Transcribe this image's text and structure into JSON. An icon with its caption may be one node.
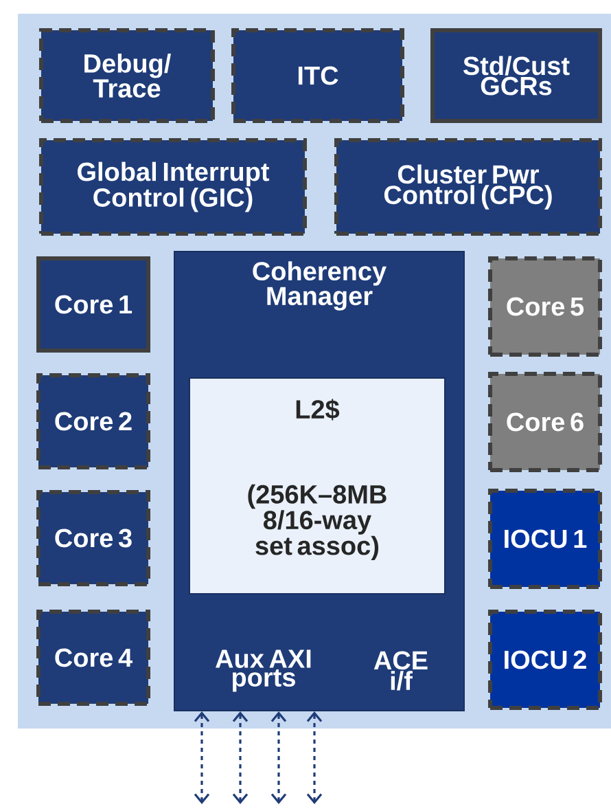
{
  "diagram": {
    "nodes": [
      {
        "text": [
          "Debug/ Trace"
        ]
      },
      {
        "text": [
          "ITC"
        ]
      },
      {
        "text": [
          "Std/Cust GCRs"
        ]
      },
      {
        "text": [
          "Global Interrupt Control (GIC)"
        ]
      },
      {
        "text": [
          "Cluster Pwr Control (CPC)"
        ]
      },
      {
        "text": [
          "Core 1"
        ]
      },
      {
        "text": [
          "Coherency Manager",
          "Aux AXI ports",
          "ACE i/f"
        ]
      },
      {
        "text": [
          "L2$",
          "(256K–8MB 8/16-way set assoc)"
        ],
        "in": 6
      },
      {
        "text": [
          "Core 5"
        ]
      },
      {
        "text": [
          "Core 2"
        ]
      },
      {
        "text": [
          "Core 6"
        ]
      },
      {
        "text": [
          "Core 3"
        ]
      },
      {
        "text": [
          "IOCU 1"
        ]
      },
      {
        "text": [
          "Core 4"
        ]
      },
      {
        "text": [
          "IOCU 2"
        ]
      }
    ],
    "edges": [
      {
        "from": null,
        "to": 6,
        "arrow": "both",
        "style": "dashed"
      },
      {
        "from": null,
        "to": 6,
        "arrow": "both",
        "style": "dashed"
      },
      {
        "from": null,
        "to": 6,
        "arrow": "both",
        "style": "dashed"
      },
      {
        "from": null,
        "to": 6,
        "arrow": "both",
        "style": "dashed"
      }
    ]
  }
}
